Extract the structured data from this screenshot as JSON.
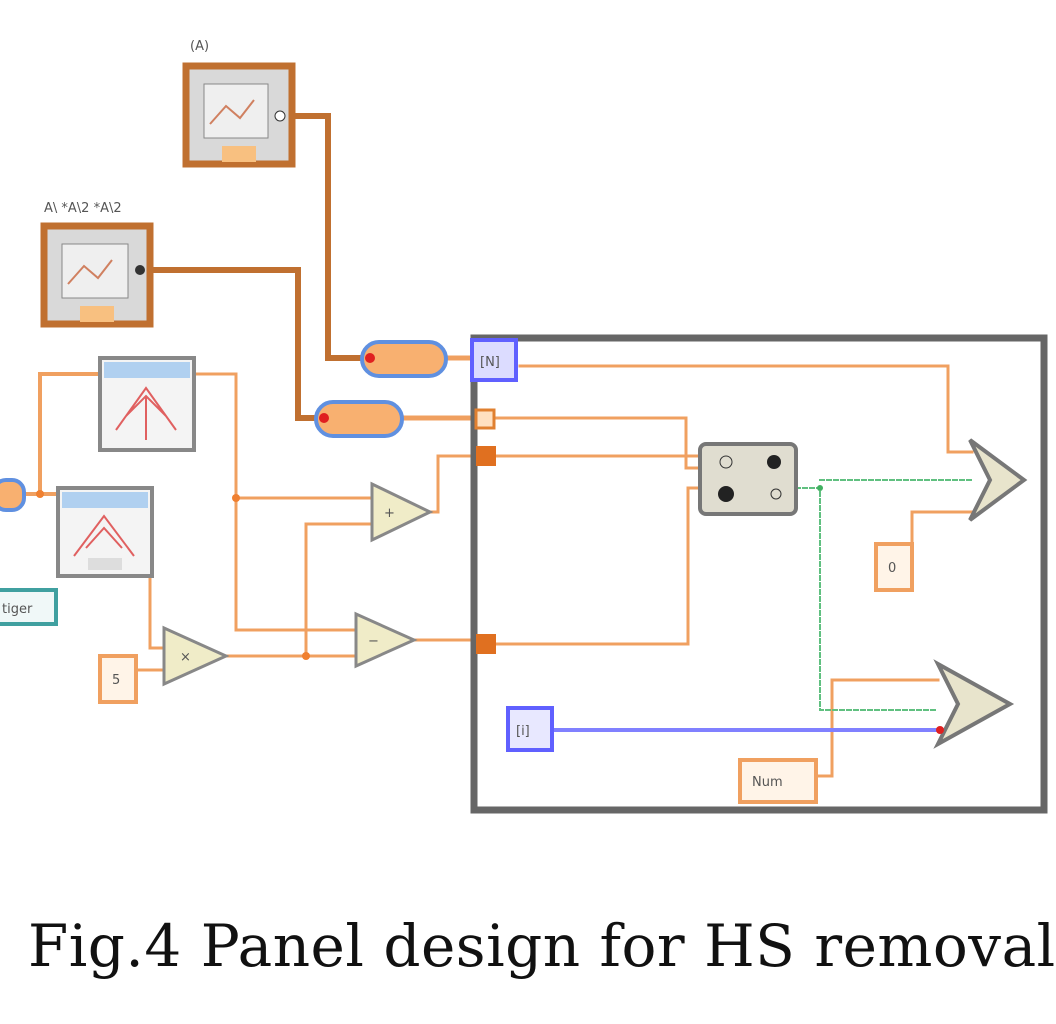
{
  "labels": {
    "ref_top": "(A)",
    "ref_mid": "A\\ *A\\2 *A\\2",
    "const_right": "0",
    "const_left": "5",
    "iteration": "[i]",
    "loop_index": "[N]",
    "shift_reg_label": "Num",
    "cluster_left": "tiger"
  },
  "caption": "Fig.4  Panel design for HS removal",
  "colors": {
    "orange_wire": "#f0a060",
    "dark_orange": "#c07030",
    "blue_wire": "#8080ff",
    "green_wire": "#60c080",
    "loop_border": "#666666",
    "teal": "#40a0a0"
  }
}
